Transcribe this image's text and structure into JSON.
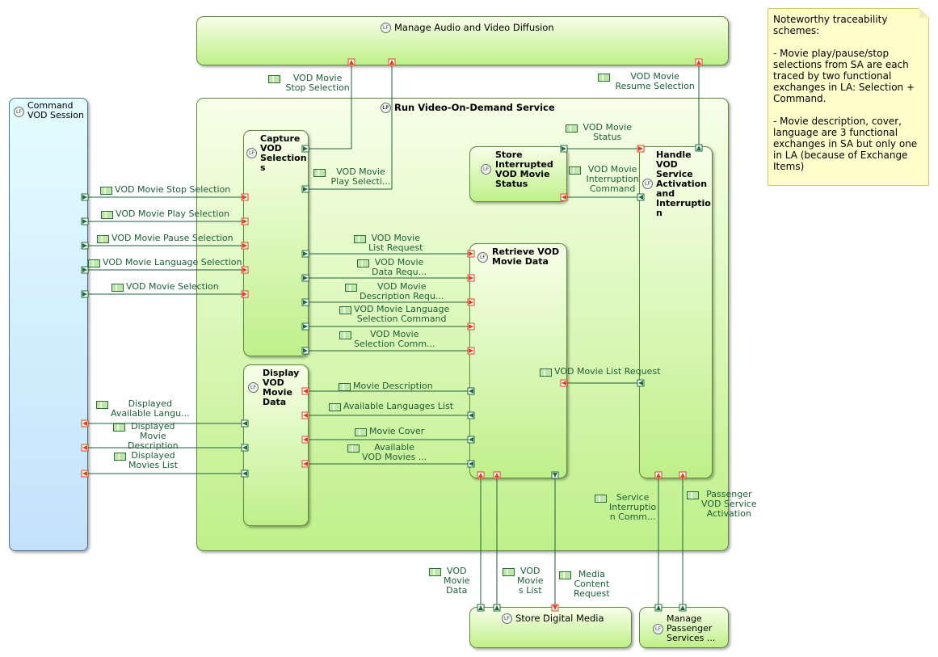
{
  "nodes": {
    "manage_av": "Manage Audio and Video Diffusion",
    "command_vod": [
      "Command",
      "VOD Session"
    ],
    "run_vod": "Run Video-On-Demand Service",
    "capture": [
      "Capture",
      "VOD",
      "Selection",
      "s"
    ],
    "display": [
      "Display",
      "VOD",
      "Movie",
      "Data"
    ],
    "store_status": [
      "Store",
      "Interrupted",
      "VOD Movie",
      "Status"
    ],
    "handle": [
      "Handle",
      "VOD",
      "Service",
      "Activation",
      "and",
      "Interruptio",
      "n"
    ],
    "retrieve": [
      "Retrieve VOD",
      "Movie Data"
    ],
    "store_media": "Store Digital Media",
    "manage_passenger": [
      "Manage",
      "Passenger",
      "Services ..."
    ]
  },
  "icon_text": "LF",
  "note": {
    "lines": [
      "Noteworthy traceability",
      "schemes:",
      "",
      "- Movie play/pause/stop",
      "selections from SA are each",
      "traced by two functional",
      "exchanges in LA: Selection +",
      "Command.",
      "",
      "- Movie description, cover,",
      "language are 3 functional",
      "exchanges in SA but only one",
      "in LA (because of Exchange",
      "Items)"
    ]
  },
  "exchanges": {
    "stop_sel_top": [
      "VOD Movie",
      "Stop Selection"
    ],
    "resume_sel": [
      "VOD Movie",
      "Resume Selection"
    ],
    "play_sel_top": [
      "VOD Movie",
      "Play Selecti..."
    ],
    "movie_status": [
      "VOD Movie",
      "Status"
    ],
    "interruption_cmd": [
      "VOD Movie",
      "Interruption",
      "Command"
    ],
    "stop_sel": "VOD Movie Stop Selection",
    "play_sel": "VOD Movie Play Selection",
    "pause_sel": "VOD Movie Pause Selection",
    "lang_sel": "VOD Movie Language Selection",
    "movie_sel": "VOD Movie Selection",
    "list_req": [
      "VOD Movie",
      "List Request"
    ],
    "data_req": [
      "VOD Movie",
      "Data Requ..."
    ],
    "desc_req": [
      "VOD Movie",
      "Description Requ..."
    ],
    "lang_cmd": [
      "VOD Movie Language",
      "Selection Command"
    ],
    "sel_cmd": [
      "VOD Movie",
      "Selection Comm..."
    ],
    "movie_desc": "Movie Description",
    "avail_lang": "Available Languages List",
    "movie_cover": "Movie Cover",
    "avail_movies": [
      "Available",
      "VOD Movies ..."
    ],
    "list_req_right": "VOD Movie List Request",
    "disp_avail_lang": [
      "Displayed",
      "Available Langu..."
    ],
    "disp_desc": [
      "Displayed",
      "Movie",
      "Description"
    ],
    "disp_list": [
      "Displayed",
      "Movies List"
    ],
    "service_int": [
      "Service",
      "Interruptio",
      "n Comm..."
    ],
    "passenger_act": [
      "Passenger",
      "VOD Service",
      "Activation"
    ],
    "vod_movie_data": [
      "VOD",
      "Movie",
      "Data"
    ],
    "vod_movies_list": [
      "VOD",
      "Movie",
      "s List"
    ],
    "media_req": [
      "Media",
      "Content",
      "Request"
    ]
  },
  "colors": {
    "line": "#1f5f3c",
    "port_out": "#d9441c",
    "port_in": "#1f6b3e",
    "box_top": "#f7ffe8",
    "box_bottom": "#bff08a",
    "note_bg": "#ffffcc"
  }
}
